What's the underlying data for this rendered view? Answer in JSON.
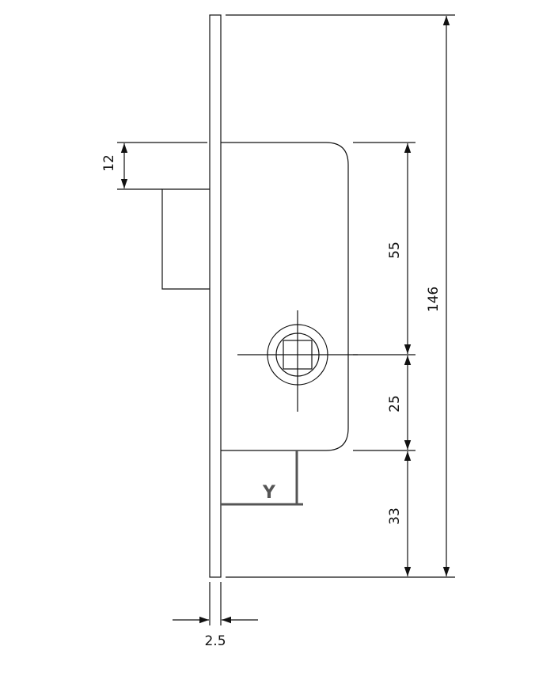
{
  "dimensions": {
    "total_height": "146",
    "upper_to_spindle": "55",
    "spindle_to_lower": "25",
    "lower_to_bottom": "33",
    "bolt_offset": "12",
    "faceplate_thickness": "2.5"
  },
  "marker_label": "Y",
  "colors": {
    "line": "#111111",
    "marker": "#555555",
    "background": "#ffffff"
  }
}
